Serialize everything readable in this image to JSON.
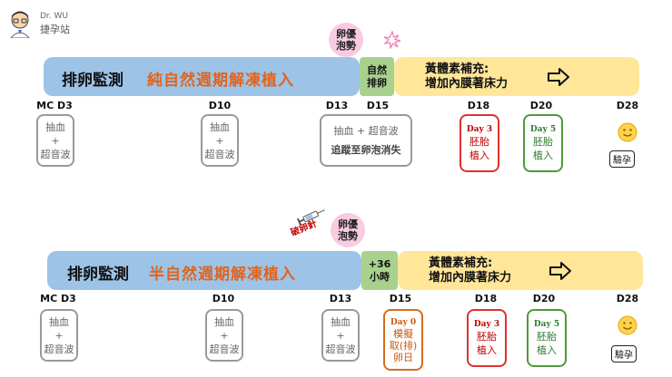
{
  "logo": {
    "line1": "Dr. WU",
    "line2": "捷孕站"
  },
  "panel1": {
    "bar_title": "排卵監測",
    "bar_subtitle": "純自然週期解凍植入",
    "follicle_badge": "卵優\n泡勢",
    "stage2": "自然\n排卵",
    "luteal": "黃體素補充:\n增加內膜著床力",
    "days": [
      "MC D3",
      "D10",
      "D13",
      "D15",
      "D18",
      "D20",
      "D28"
    ],
    "boxes": {
      "d3": "抽血\n+\n超音波",
      "d10": "抽血\n+\n超音波",
      "d13_top": "抽血 + 超音波",
      "d13_bottom": "追蹤至卵泡消失",
      "d18_tag": "Day 3",
      "d18_text": "胚胎\n植入",
      "d20_tag": "Day 5",
      "d20_text": "胚胎\n植入",
      "d28": "驗孕"
    }
  },
  "panel2": {
    "bar_title": "排卵監測",
    "bar_subtitle": "半自然週期解凍植入",
    "trigger_label": "破卵針",
    "follicle_badge": "卵優\n泡勢",
    "stage2": "+36\n小時",
    "luteal": "黃體素補充:\n增加內膜著床力",
    "days": [
      "MC D3",
      "D10",
      "D13",
      "D15",
      "D18",
      "D20",
      "D28"
    ],
    "boxes": {
      "d3": "抽血\n+\n超音波",
      "d10": "抽血\n+\n超音波",
      "d13": "抽血\n+\n超音波",
      "d15_tag": "Day 0",
      "d15_text": "模擬\n取(排)\n卵日",
      "d18_tag": "Day 3",
      "d18_text": "胚胎\n植入",
      "d20_tag": "Day 5",
      "d20_text": "胚胎\n植入",
      "d28": "驗孕"
    }
  },
  "colors": {
    "monitor_bar": "#9dc3e6",
    "ovulation_bar": "#a9d18e",
    "luteal_bar": "#ffe699",
    "badge": "#f8cbe0",
    "subtitle": "#e0641f",
    "day3_border": "#e03030",
    "day5_border": "#4c9a3a",
    "day0_border": "#d96a1e"
  },
  "icons": [
    "doctor-avatar-icon",
    "sparkle-icon",
    "syringe-icon",
    "right-arrow-icon",
    "smiley-icon"
  ]
}
